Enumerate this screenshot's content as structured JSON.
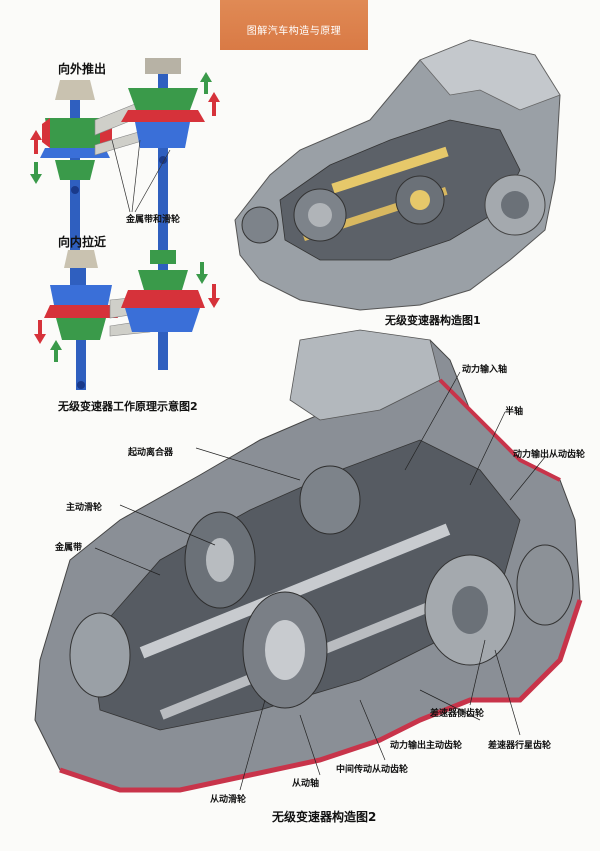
{
  "header": {
    "title": "图解汽车构造与原理"
  },
  "principle_diagram": {
    "top_label": "向外推出",
    "middle_label": "向内拉近",
    "belt_label": "金属带和滑轮",
    "caption": "无级变速器工作原理示意图2"
  },
  "structure_1": {
    "caption": "无级变速器构造图1"
  },
  "structure_2": {
    "caption": "无级变速器构造图2",
    "callouts": {
      "power_input_shaft": "动力输入轴",
      "half_shaft": "半轴",
      "output_driven_gear": "动力输出从动齿轮",
      "starting_clutch": "起动离合器",
      "drive_pulley": "主动滑轮",
      "metal_belt": "金属带",
      "diff_side_gear": "差速器侧齿轮",
      "output_drive_gear": "动力输出主动齿轮",
      "diff_planet_gear": "差速器行星齿轮",
      "intermediate_driven_gear": "中间传动从动齿轮",
      "driven_shaft": "从动轴",
      "driven_pulley": "从动滑轮"
    }
  },
  "colors": {
    "header_orange": "#d97a45",
    "pulley_blue": "#3a6fd8",
    "pulley_green": "#3a9a4a",
    "pulley_red": "#d6323a",
    "housing_gray": "#8a8f96",
    "cutaway_red": "#c8344a",
    "gear_yellow": "#e6c86a"
  }
}
